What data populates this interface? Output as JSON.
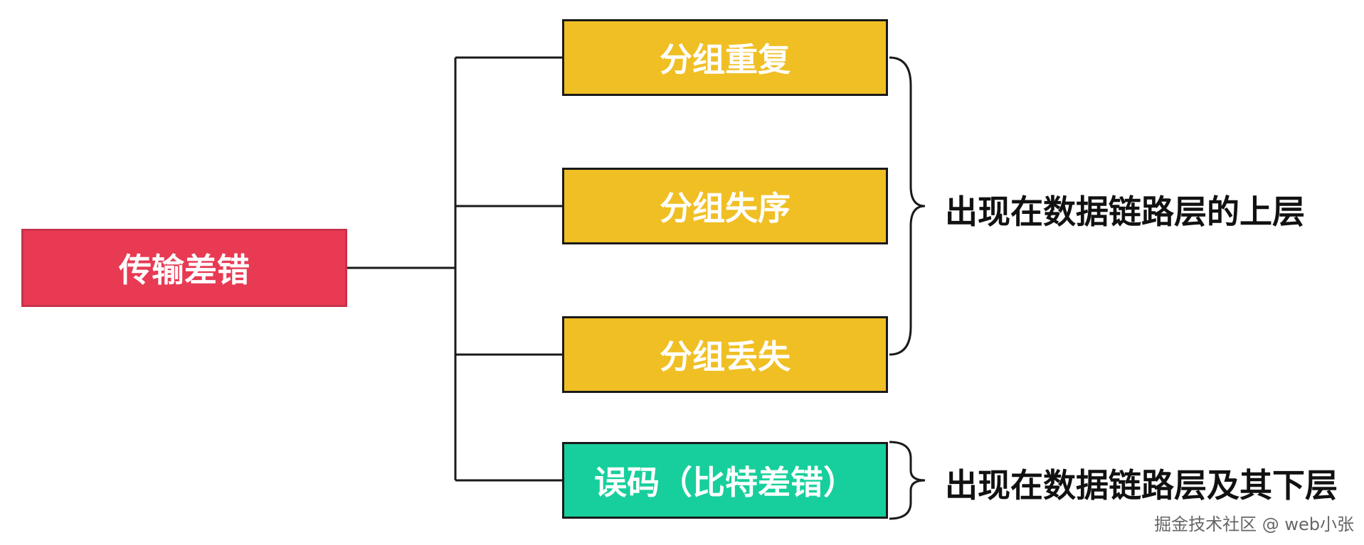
{
  "root": {
    "label": "传输差错"
  },
  "branches": [
    {
      "label": "分组重复"
    },
    {
      "label": "分组失序"
    },
    {
      "label": "分组丢失"
    },
    {
      "label": "误码（比特差错）"
    }
  ],
  "annotations": [
    {
      "text": "出现在数据链路层的上层"
    },
    {
      "text": "出现在数据链路层及其下层"
    }
  ],
  "watermark": "掘金技术社区 @ web小张",
  "colors": {
    "root": "#e83a53",
    "branch_yellow": "#f0bf24",
    "branch_green": "#17cf9c",
    "text_on_box": "#ffffff",
    "lines": "#1a1a1a"
  }
}
